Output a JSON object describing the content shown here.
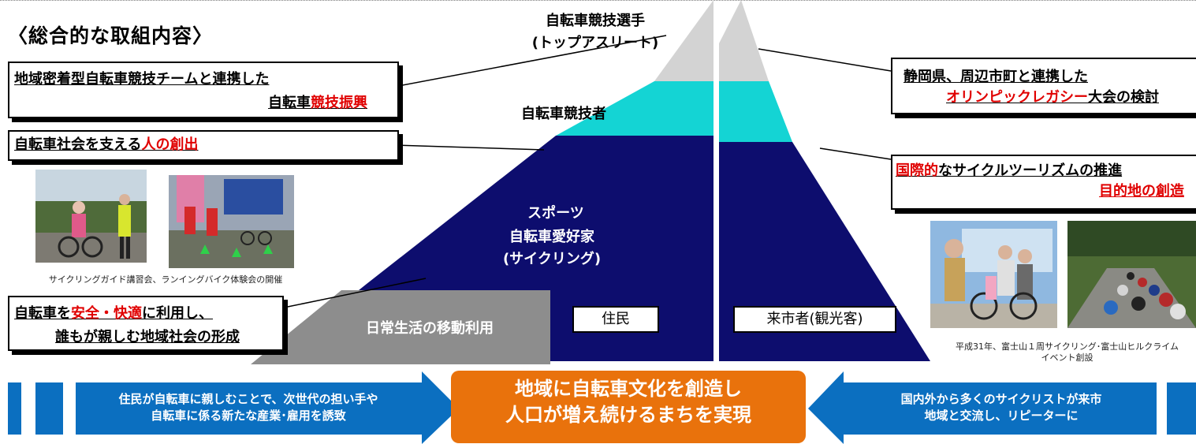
{
  "section_title": "〈総合的な取組内容〉",
  "pyramid": {
    "top_label_1": "自転車競技選手",
    "top_label_2": "(トップアスリート)",
    "competitor_label": "自転車競技者",
    "sports_label": "スポーツ",
    "enthusiast_label_1": "自転車愛好家",
    "enthusiast_label_2": "(サイクリング)",
    "daily_label": "日常生活の移動利用",
    "resident_label": "住民",
    "visitor_label": "来市者(観光客)"
  },
  "left_boxes": {
    "box1_line1": "地域密着型自転車競技チームと連携した",
    "box1_line2_a": "自転車",
    "box1_line2_b": "競技振興",
    "box2_a": "自転車社会を支える",
    "box2_b": "人の創出",
    "box3_line1_a": "自転車を",
    "box3_line1_b": "安全・快適",
    "box3_line1_c": "に利用し、",
    "box3_line2": "誰もが親しむ地域社会の形成"
  },
  "right_boxes": {
    "box1_line1": "静岡県、周辺市町と連携した",
    "box1_line2_a": "オリンピックレガシー",
    "box1_line2_b": "大会の検討",
    "box2_line1_a": "国際的",
    "box2_line1_b": "なサイクルツーリズムの推進",
    "box2_line2": "目的地の創造"
  },
  "captions": {
    "left": "サイクリングガイド講習会、ランイングバイク体験会の開催",
    "right_1": "平成31年、富士山１周サイクリング･富士山ヒルクライム",
    "right_2": "イベント創設"
  },
  "bottom": {
    "left_line1": "住民が自転車に親しむことで、次世代の担い手や",
    "left_line2": "自転車に係る新たな産業･雇用を誘致",
    "center_line1": "地域に自転車文化を創造し",
    "center_line2": "人口が増え続けるまちを実現",
    "right_line1": "国内外から多くのサイクリストが来市",
    "right_line2": "地域と交流し、リピーターに"
  },
  "colors": {
    "navy": "#0d0d6e",
    "cyan": "#14d4d4",
    "silver": "#d3d3d3",
    "gray": "#8d8d8d",
    "blue": "#0b6fc0",
    "orange": "#e9720c",
    "red": "#e00000"
  }
}
